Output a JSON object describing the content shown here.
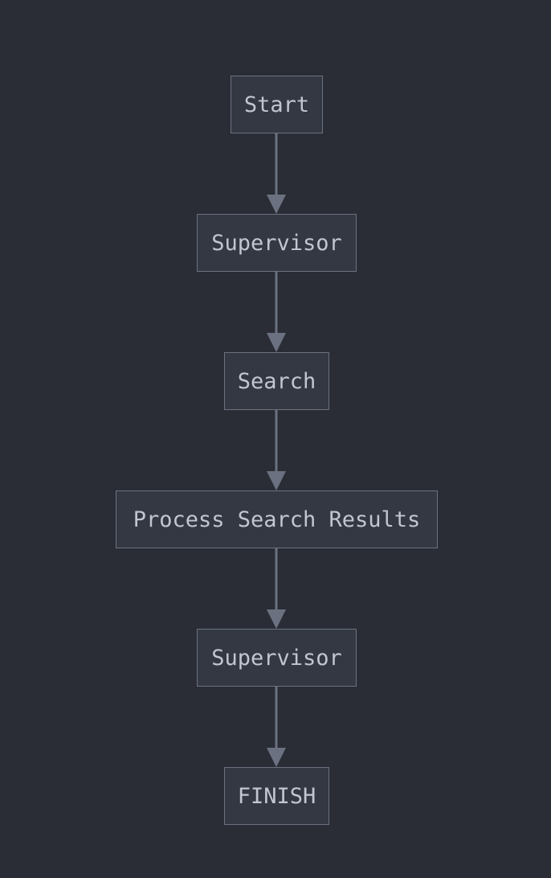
{
  "colors": {
    "background": "#2a2d35",
    "node_fill": "#343842",
    "node_border": "#6b7180",
    "node_text": "#c2c6d0",
    "edge": "#6b7180"
  },
  "nodes": [
    {
      "id": "start",
      "label": "Start"
    },
    {
      "id": "supervisor-1",
      "label": "Supervisor"
    },
    {
      "id": "search",
      "label": "Search"
    },
    {
      "id": "process-search-results",
      "label": "Process Search Results"
    },
    {
      "id": "supervisor-2",
      "label": "Supervisor"
    },
    {
      "id": "finish",
      "label": "FINISH"
    }
  ],
  "edges": [
    {
      "from": "start",
      "to": "supervisor-1"
    },
    {
      "from": "supervisor-1",
      "to": "search"
    },
    {
      "from": "search",
      "to": "process-search-results"
    },
    {
      "from": "process-search-results",
      "to": "supervisor-2"
    },
    {
      "from": "supervisor-2",
      "to": "finish"
    }
  ]
}
